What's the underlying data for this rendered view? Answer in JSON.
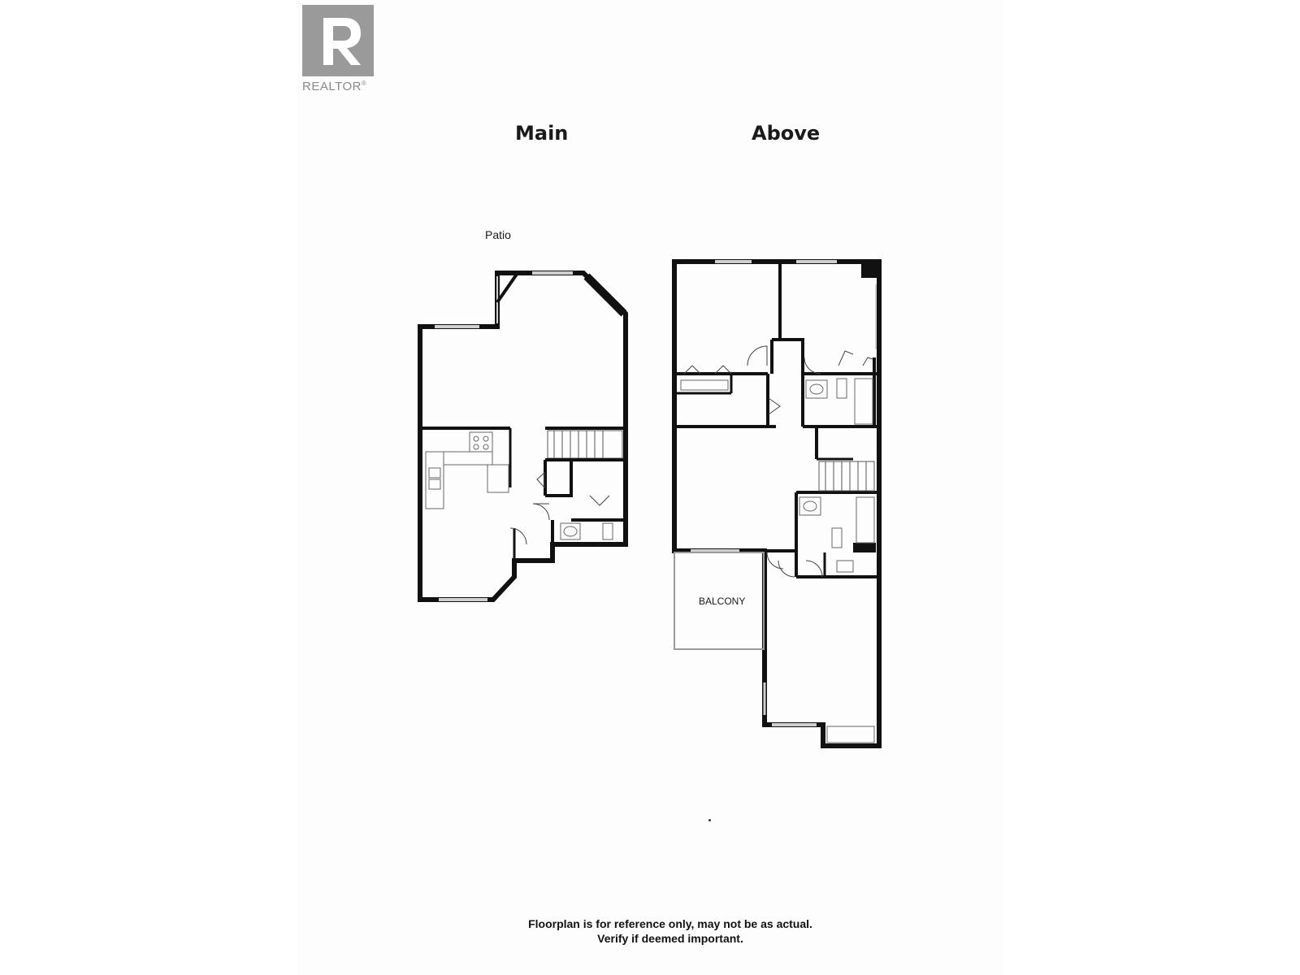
{
  "logo": {
    "text": "REALTOR",
    "registered_mark": "®",
    "icon": "realtor-r-icon",
    "color": "#9a9a9a"
  },
  "floors": {
    "main": {
      "title": "Main"
    },
    "above": {
      "title": "Above"
    }
  },
  "labels": {
    "patio": "Patio",
    "balcony": "BALCONY"
  },
  "disclaimer": {
    "line1": "Floorplan is for reference only, may not be as actual.",
    "line2": "Verify if deemed important."
  },
  "colors": {
    "wall": "#111111",
    "window": "#bdbdbd",
    "background": "#ffffff"
  }
}
